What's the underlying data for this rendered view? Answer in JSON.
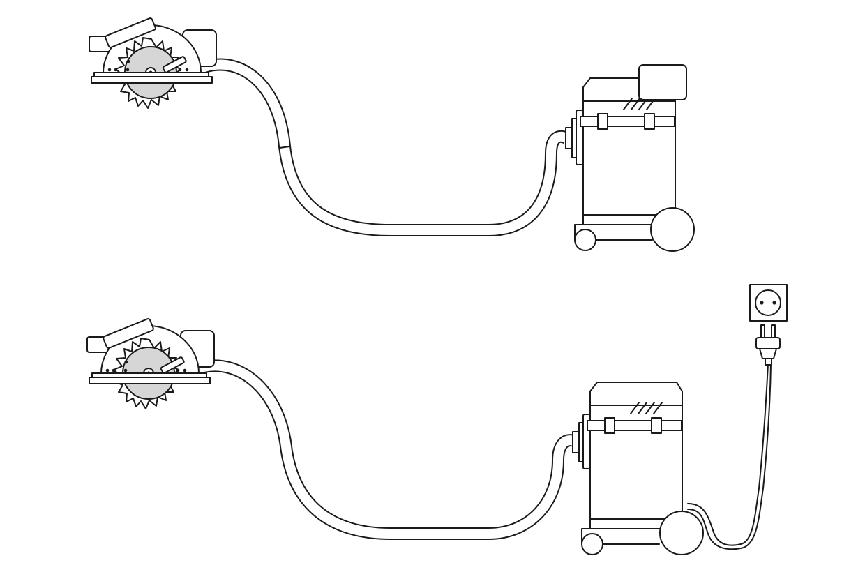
{
  "illustration": {
    "background": "#ffffff",
    "line_color": "#1a1a1a",
    "blade_color": "#d6d6d6",
    "scenes": [
      {
        "id": "top",
        "components": [
          "circular-saw",
          "extraction-hose",
          "dust-extractor",
          "battery-pack"
        ],
        "power_source": "battery"
      },
      {
        "id": "bottom",
        "components": [
          "circular-saw",
          "extraction-hose",
          "dust-extractor",
          "power-cord",
          "power-plug",
          "wall-socket"
        ],
        "power_source": "mains"
      }
    ]
  }
}
